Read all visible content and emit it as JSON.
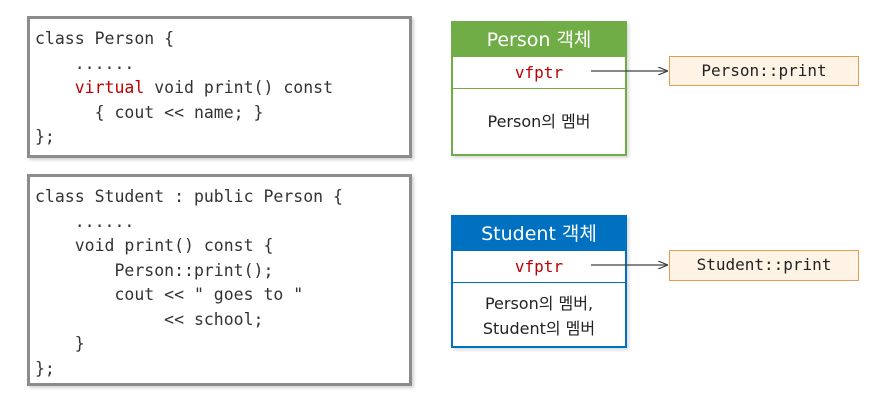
{
  "colors": {
    "person_accent": "#70ad47",
    "student_accent": "#0070c0",
    "keyword_red": "#c00000",
    "target_fill": "#fff3e6",
    "target_border": "#e59a52",
    "code_border": "#8c8c8c"
  },
  "code_person": {
    "lines": [
      "class Person {",
      "    ......",
      "    virtual void print() const",
      "      { cout << name; }",
      "};"
    ]
  },
  "code_student": {
    "lines": [
      "class Student : public Person {",
      "    ......",
      "    void print() const {",
      "        Person::print();",
      "        cout << \" goes to \"",
      "             << school;",
      "    }",
      "};"
    ]
  },
  "person_object": {
    "title": "Person 객체",
    "vfptr": "vfptr",
    "members": "Person의 멤버",
    "target": "Person::print"
  },
  "student_object": {
    "title": "Student 객체",
    "vfptr": "vfptr",
    "members_line1": "Person의 멤버,",
    "members_line2": "Student의 멤버",
    "target": "Student::print"
  }
}
